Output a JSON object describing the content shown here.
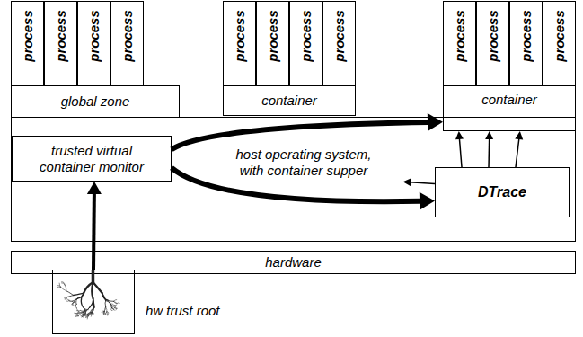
{
  "diagram": {
    "nodes": [
      {
        "text": [
          "process"
        ]
      },
      {
        "text": [
          "process"
        ]
      },
      {
        "text": [
          "process"
        ]
      },
      {
        "text": [
          "process"
        ]
      },
      {
        "text": [
          "process"
        ]
      },
      {
        "text": [
          "process"
        ]
      },
      {
        "text": [
          "process"
        ]
      },
      {
        "text": [
          "process"
        ]
      },
      {
        "text": [
          "process"
        ]
      },
      {
        "text": [
          "process"
        ]
      },
      {
        "text": [
          "process"
        ]
      },
      {
        "text": [
          "process"
        ]
      },
      {
        "text": [
          "global zone"
        ]
      },
      {
        "text": [
          "container"
        ]
      },
      {
        "text": [
          "container"
        ]
      },
      {
        "text": [
          "host operating system, with container supper"
        ]
      },
      {
        "text": [
          "trusted virtual container monitor"
        ],
        "in": 15
      },
      {
        "text": [
          "DTrace"
        ],
        "in": 15
      },
      {
        "text": [
          "hardware"
        ]
      },
      {
        "text": [
          "hw trust root"
        ]
      }
    ],
    "edges": [
      {
        "from": 19,
        "to": 16,
        "arrow": "to"
      },
      {
        "from": 16,
        "to": 14,
        "arrow": "to"
      },
      {
        "from": 16,
        "to": 17,
        "arrow": "to"
      },
      {
        "from": 17,
        "to": 14,
        "arrow": "to"
      },
      {
        "from": 17,
        "to": 14,
        "arrow": "to"
      },
      {
        "from": 17,
        "to": 14,
        "arrow": "to"
      },
      {
        "from": 17,
        "to": 15,
        "arrow": "to"
      }
    ]
  }
}
